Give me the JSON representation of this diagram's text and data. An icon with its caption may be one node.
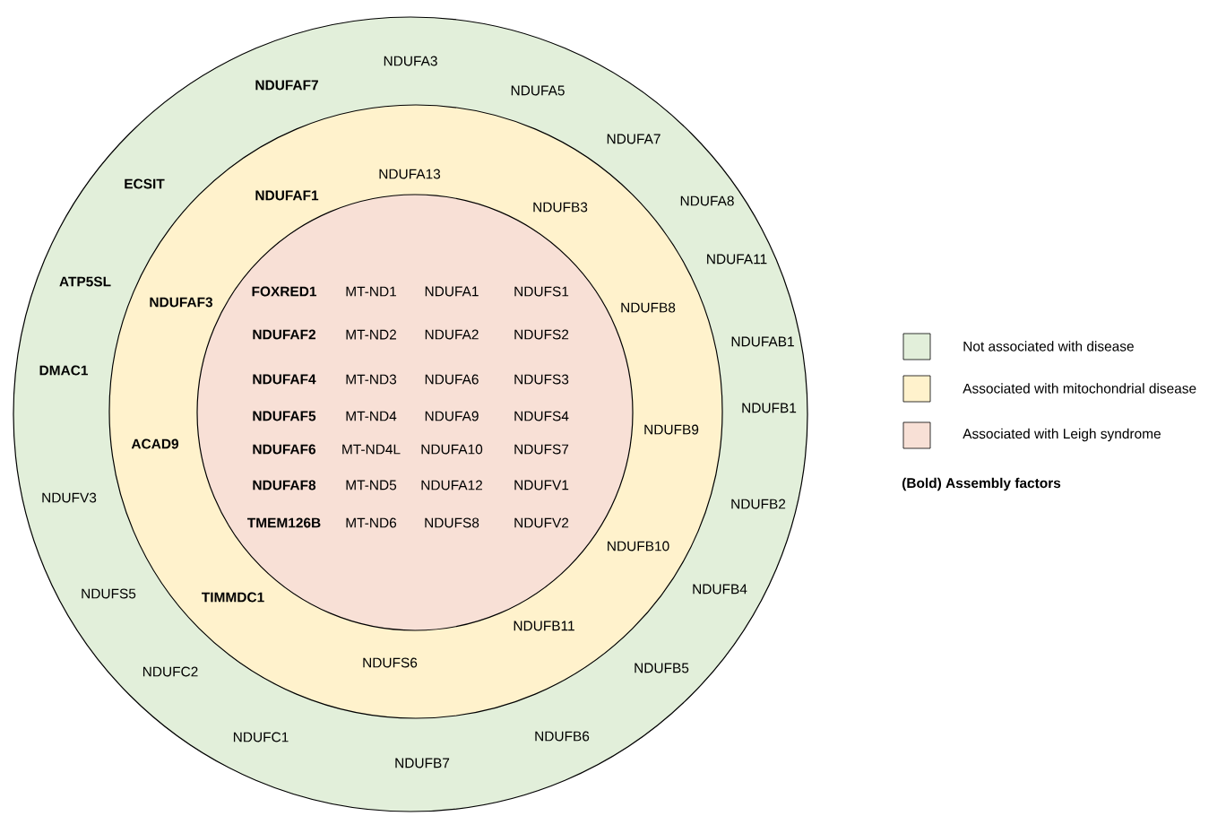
{
  "diagram": {
    "nodes": [
      {
        "text": [
          "NDUFA3",
          "NDUFAF7",
          "NDUFA5",
          "NDUFA7",
          "ECSIT",
          "NDUFA8",
          "NDUFA11",
          "ATP5SL",
          "NDUFAB1",
          "DMAC1",
          "NDUFB1",
          "NDUFV3",
          "NDUFB2",
          "NDUFB4",
          "NDUFS5",
          "NDUFB5",
          "NDUFC2",
          "NDUFB6",
          "NDUFC1",
          "NDUFB7"
        ]
      },
      {
        "text": [
          "NDUFA13",
          "NDUFAF1",
          "NDUFB3",
          "NDUFAF3",
          "NDUFB8",
          "NDUFB9",
          "ACAD9",
          "NDUFB10",
          "TIMMDC1",
          "NDUFB11",
          "NDUFS6"
        ],
        "in": 0
      },
      {
        "text": [
          "FOXRED1",
          "MT-ND1",
          "NDUFA1",
          "NDUFS1",
          "NDUFAF2",
          "MT-ND2",
          "NDUFA2",
          "NDUFS2",
          "NDUFAF4",
          "MT-ND3",
          "NDUFA6",
          "NDUFS3",
          "NDUFAF5",
          "MT-ND4",
          "NDUFA9",
          "NDUFS4",
          "NDUFAF6",
          "MT-ND4L",
          "NDUFA10",
          "NDUFS7",
          "NDUFAF8",
          "MT-ND5",
          "NDUFA12",
          "NDUFV1",
          "TMEM126B",
          "MT-ND6",
          "NDUFS8",
          "NDUFV2"
        ],
        "in": 1
      }
    ],
    "legend": [
      {
        "text": "Not associated with disease",
        "color": "#e2efda"
      },
      {
        "text": "Associated with mitochondrial disease",
        "color": "#fff2cc"
      },
      {
        "text": "Associated with Leigh syndrome",
        "color": "#f8e0d6"
      },
      {
        "text": "(Bold) Assembly factors"
      }
    ]
  }
}
